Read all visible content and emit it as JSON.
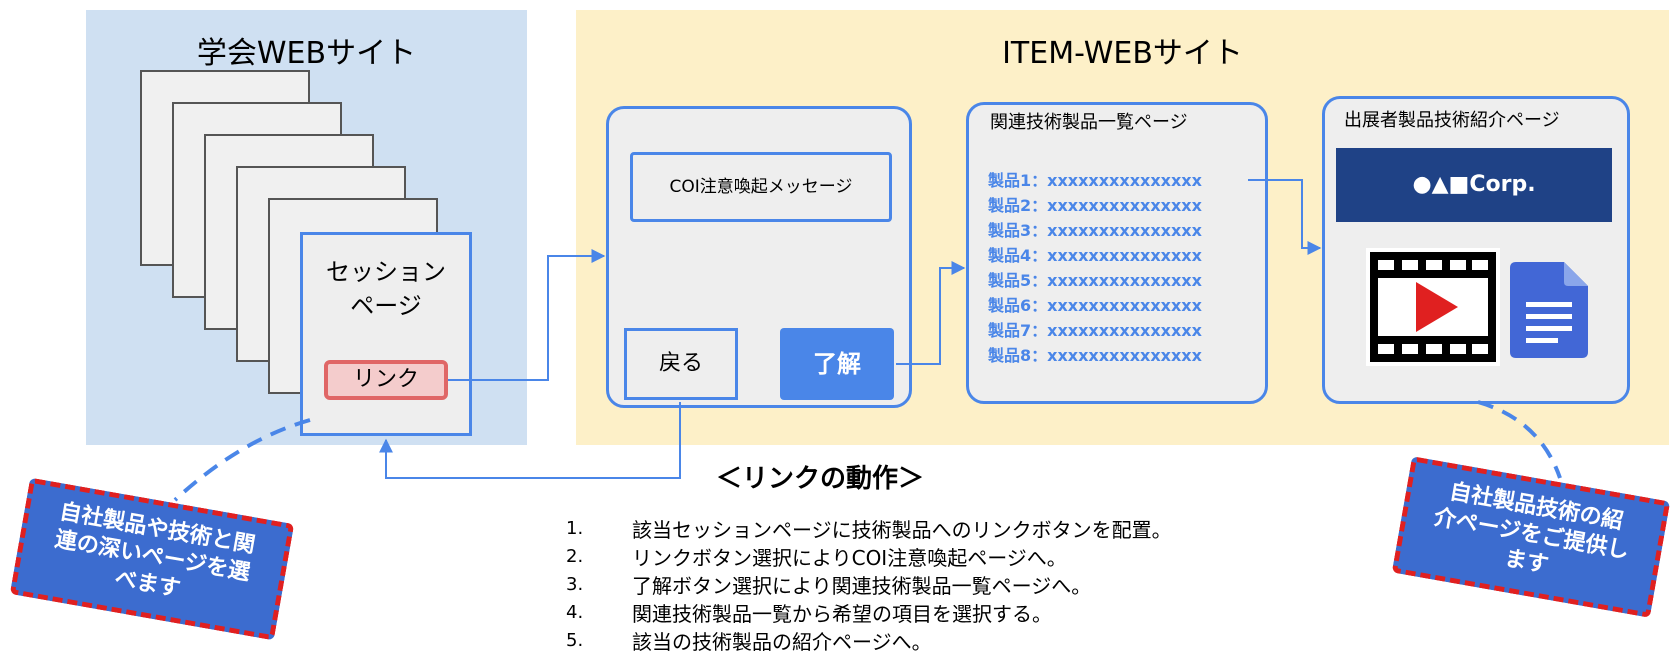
{
  "academic_site": {
    "title": "学会WEBサイト"
  },
  "item_site": {
    "title": "ITEM-WEBサイト"
  },
  "session_page": {
    "line1": "セッション",
    "line2": "ページ",
    "link_label": "リンク"
  },
  "coi_page": {
    "message": "COI注意喚起メッセージ",
    "back_label": "戻る",
    "ok_label": "了解"
  },
  "product_list": {
    "title": "関連技術製品一覧ページ",
    "items": [
      "製品1：xxxxxxxxxxxxxxx",
      "製品2：xxxxxxxxxxxxxxx",
      "製品3：xxxxxxxxxxxxxxx",
      "製品4：xxxxxxxxxxxxxxx",
      "製品5：xxxxxxxxxxxxxxx",
      "製品6：xxxxxxxxxxxxxxx",
      "製品7：xxxxxxxxxxxxxxx",
      "製品8：xxxxxxxxxxxxxxx"
    ]
  },
  "exhibitor_page": {
    "title": "出展者製品技術紹介ページ",
    "company": "●▲■Corp."
  },
  "steps": {
    "title": "＜リンクの動作＞",
    "items": [
      {
        "num": "1.",
        "text": "該当セッションページに技術製品へのリンクボタンを配置。"
      },
      {
        "num": "2.",
        "text": "リンクボタン選択によりCOI注意喚起ページへ。"
      },
      {
        "num": "3.",
        "text": "了解ボタン選択により関連技術製品一覧ページへ。"
      },
      {
        "num": "4.",
        "text": "関連技術製品一覧から希望の項目を選択する。"
      },
      {
        "num": "5.",
        "text": "該当の技術製品の紹介ページへ。"
      }
    ]
  },
  "callouts": {
    "left": [
      "自社製品や技術と関",
      "連の深いページを選",
      "べます"
    ],
    "right": [
      "自社製品技術の紹",
      "介ページをご提供し",
      "ます"
    ]
  },
  "colors": {
    "blue": "#4a86e8",
    "red": "#e06666",
    "navy": "#1f4286"
  }
}
